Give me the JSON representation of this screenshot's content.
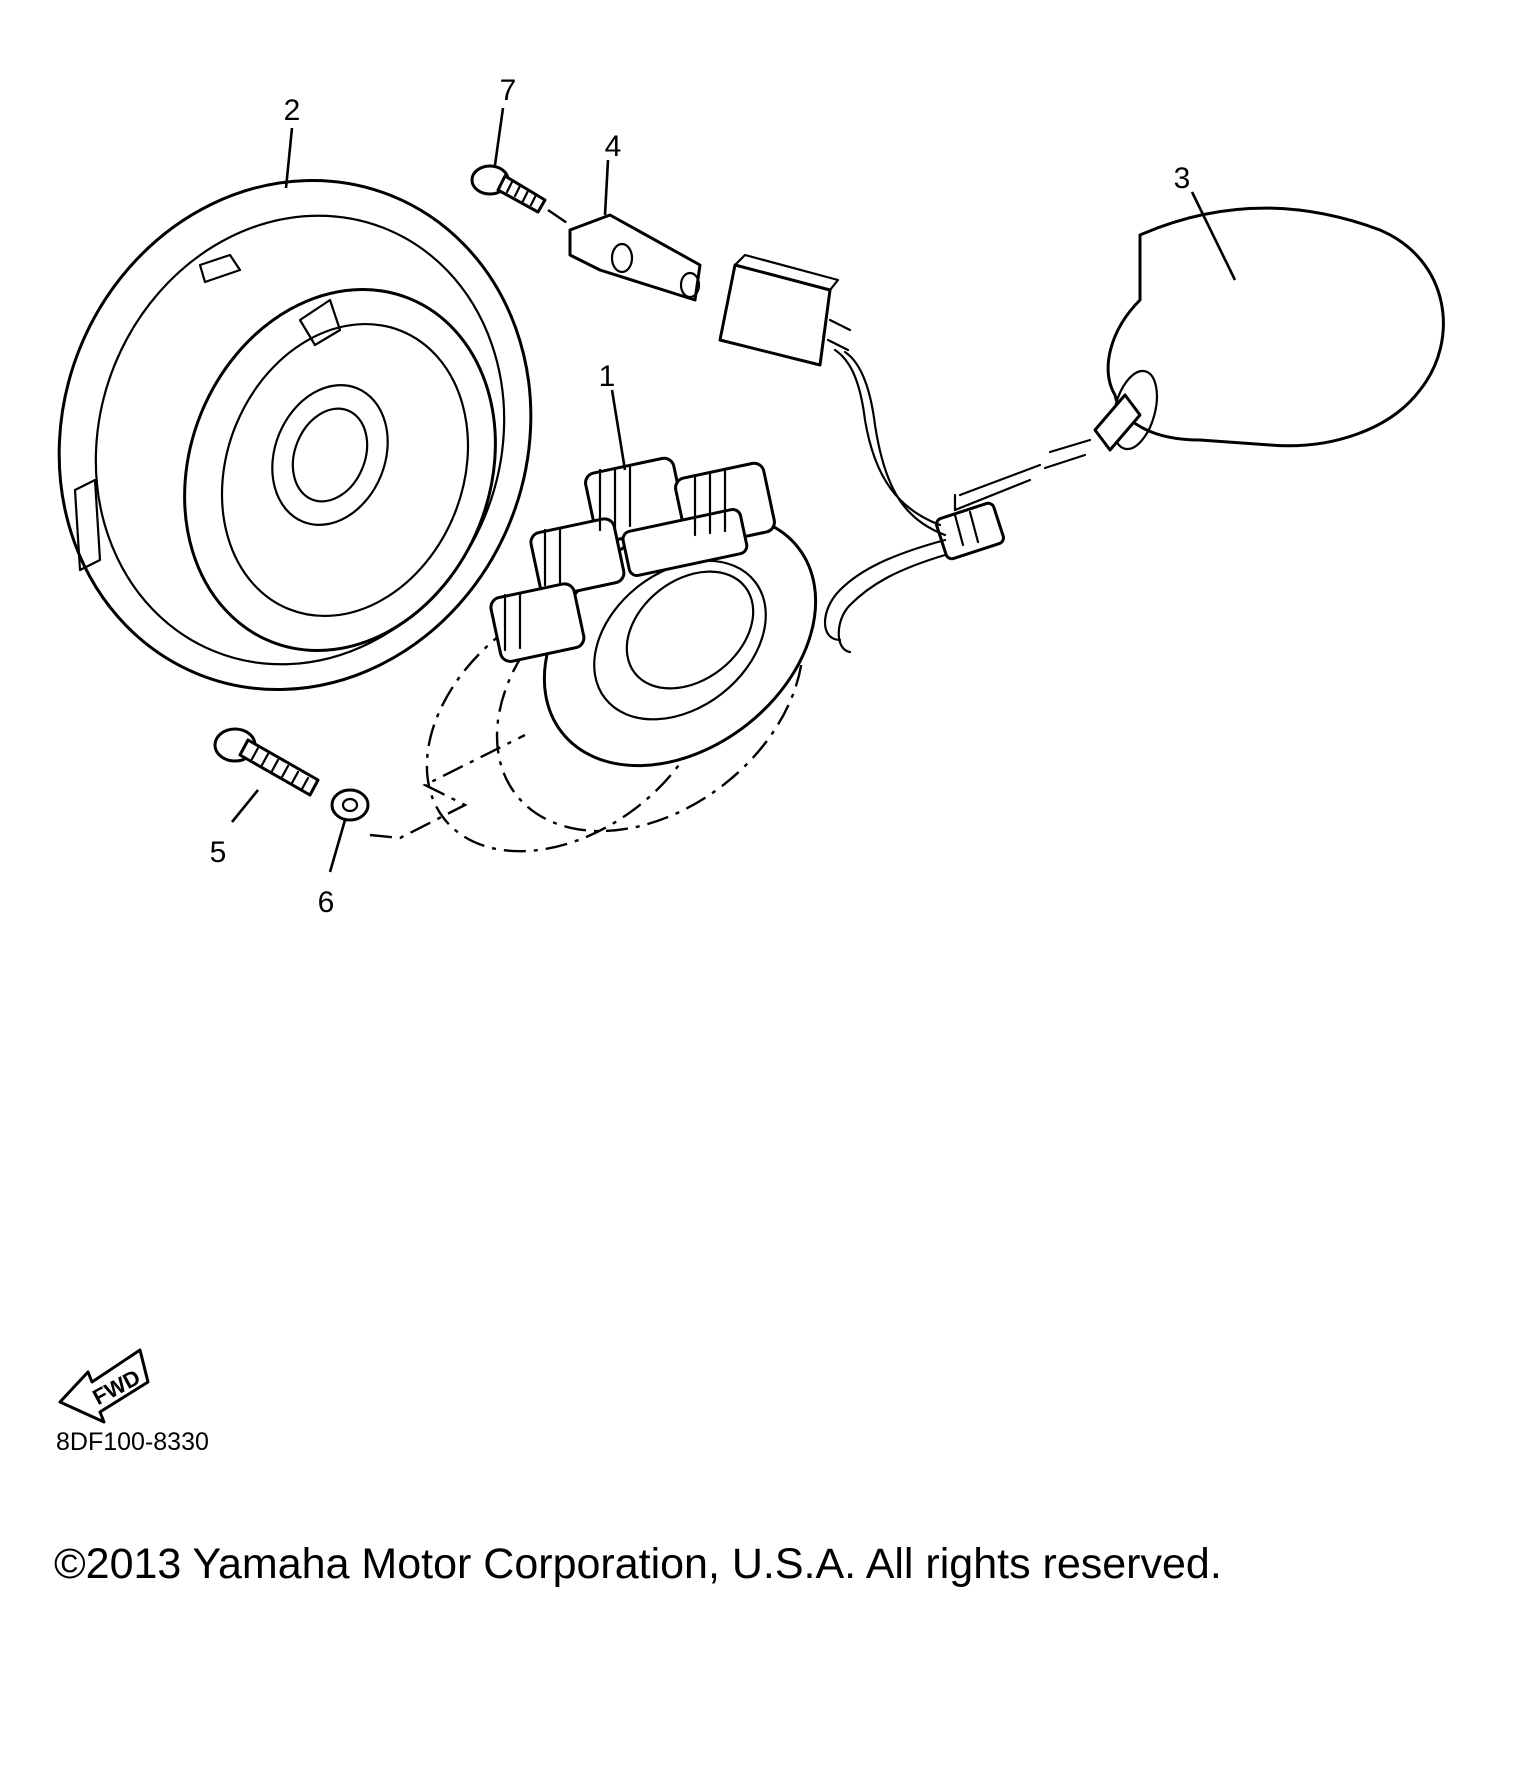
{
  "callouts": {
    "c1": "1",
    "c2": "2",
    "c3": "3",
    "c4": "4",
    "c5": "5",
    "c6": "6",
    "c7": "7"
  },
  "fwd_label": "FWD",
  "diagram_code": "8DF100-8330",
  "copyright": "©2013 Yamaha Motor Corporation, U.S.A. All rights reserved."
}
